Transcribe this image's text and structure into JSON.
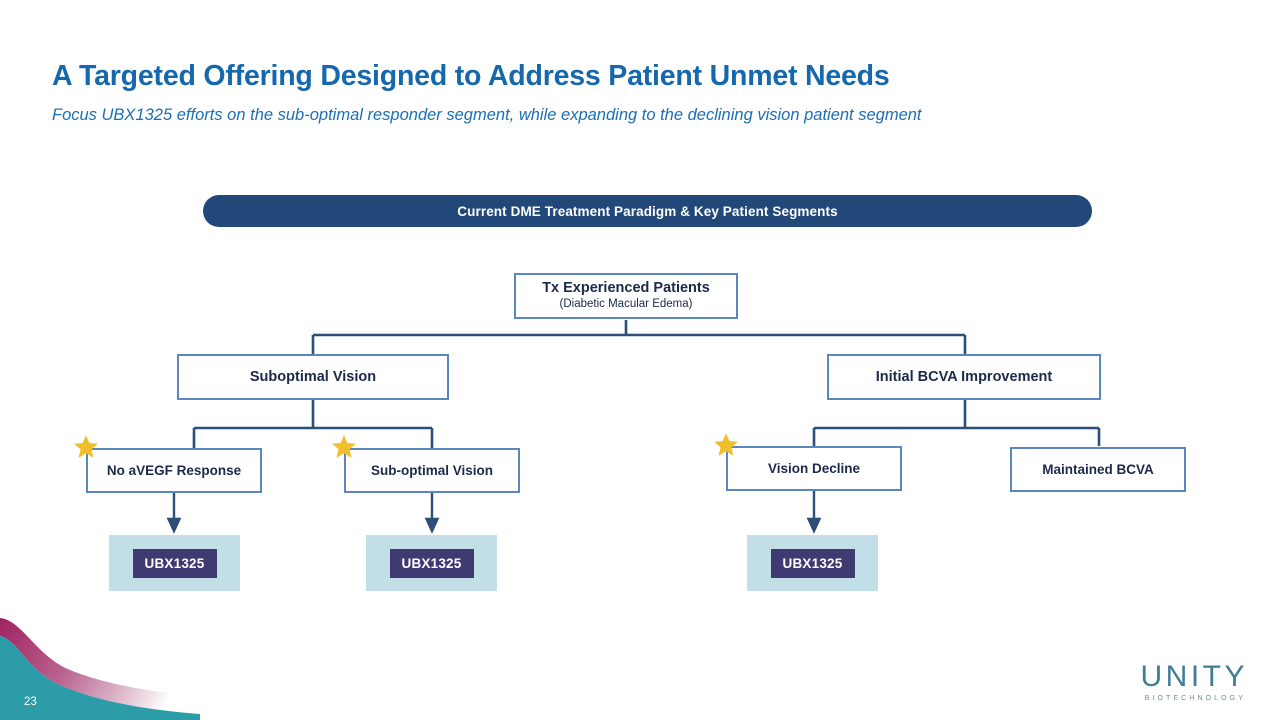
{
  "slide": {
    "title": "A Targeted Offering Designed to Address Patient Unmet Needs",
    "subtitle": "Focus UBX1325 efforts on the sub-optimal responder segment, while expanding to the declining vision patient segment",
    "page_number": "23"
  },
  "banner": {
    "label": "Current DME Treatment Paradigm & Key Patient Segments",
    "color": "#22487A"
  },
  "colors": {
    "title_blue": "#1668AD",
    "subtitle_blue": "#1B6FB5",
    "node_border": "#5B87BE",
    "connector": "#2B4F78",
    "star_gold": "#EFC02C",
    "ubx_outer": "#C2DEE6",
    "ubx_chip": "#403A73",
    "teal": "#2C9CA8",
    "magenta": "#9E2462"
  },
  "tree": {
    "root": {
      "title": "Tx Experienced Patients",
      "subtitle": "(Diabetic Macular Edema)"
    },
    "branches": [
      {
        "title": "Suboptimal Vision"
      },
      {
        "title": "Initial BCVA Improvement"
      }
    ],
    "segments": [
      {
        "title": "No aVEGF Response",
        "starred": true,
        "treated": true
      },
      {
        "title": "Sub-optimal Vision",
        "starred": true,
        "treated": true
      },
      {
        "title": "Vision Decline",
        "starred": true,
        "treated": true
      },
      {
        "title": "Maintained BCVA",
        "starred": false,
        "treated": false
      }
    ],
    "outcomes": [
      {
        "label": "UBX1325"
      },
      {
        "label": "UBX1325"
      },
      {
        "label": "UBX1325"
      }
    ]
  },
  "logo": {
    "word": "UNITY",
    "sub": "BIOTECHNOLOGY"
  }
}
